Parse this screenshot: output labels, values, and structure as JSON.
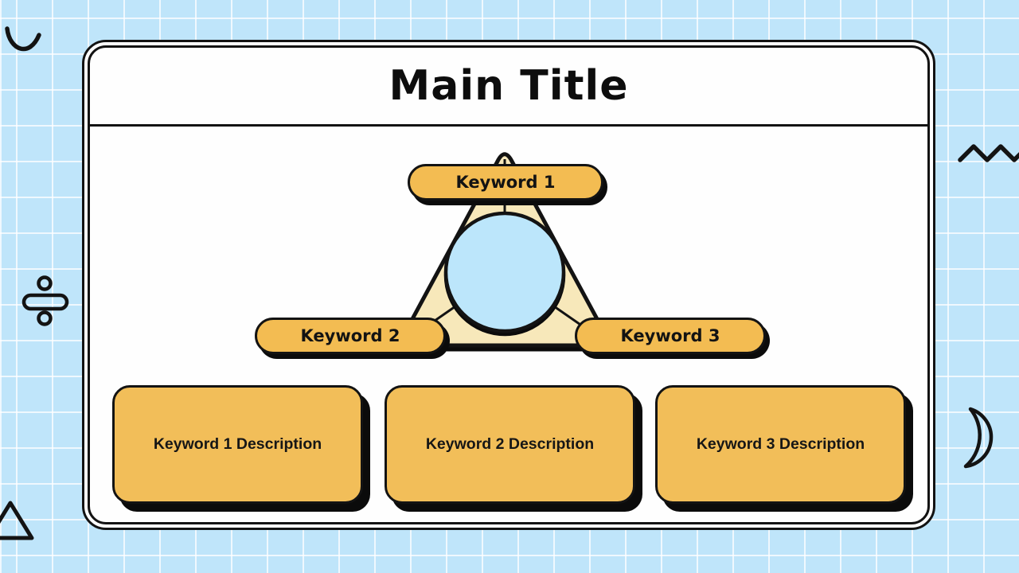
{
  "slide": {
    "title": "Main Title"
  },
  "diagram": {
    "keywords": [
      {
        "label": "Keyword 1"
      },
      {
        "label": "Keyword 2"
      },
      {
        "label": "Keyword 3"
      }
    ],
    "descriptions": [
      {
        "label": "Keyword 1 Description"
      },
      {
        "label": "Keyword 2 Description"
      },
      {
        "label": "Keyword 3 Description"
      }
    ]
  },
  "decorations": [
    {
      "icon": "arc-icon"
    },
    {
      "icon": "division-icon"
    },
    {
      "icon": "rounded-triangle-icon"
    },
    {
      "icon": "zigzag-icon"
    },
    {
      "icon": "crescent-icon"
    }
  ],
  "colors": {
    "background": "#BFE5FA",
    "grid_line": "#FFFFFF",
    "card_background": "#FEFEFE",
    "outline": "#131313",
    "accent_orange": "#F2BE59",
    "triangle_fill": "#F7E8BA",
    "circle_fill": "#BCE6FB"
  }
}
